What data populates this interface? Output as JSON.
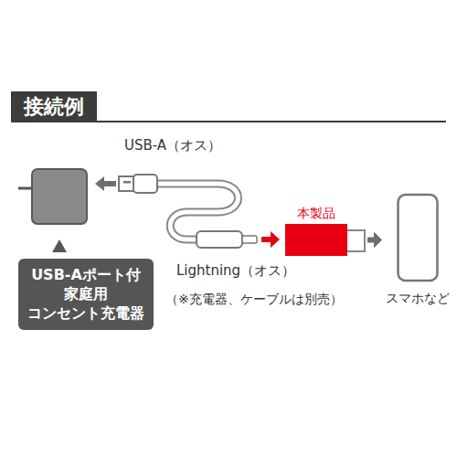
{
  "diagram": {
    "title": "接続例",
    "nodes": [
      {
        "text": [
          "USB-Aポート付 家庭用 コンセント充電器"
        ]
      },
      {
        "text": [
          "本製品"
        ]
      },
      {
        "text": [
          "スマホなど"
        ]
      }
    ],
    "edges": [
      {
        "from": 1,
        "to": 2,
        "arrow": "to"
      }
    ],
    "labels": [
      "USB-A（オス）",
      "Lightning（オス）",
      "（※充電器、ケーブルは別売）"
    ]
  }
}
